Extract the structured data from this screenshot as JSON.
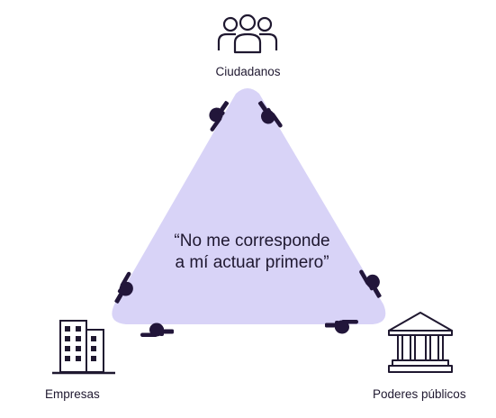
{
  "nodes": {
    "top": {
      "label": "Ciudadanos",
      "icon": "people-group-icon"
    },
    "left": {
      "label": "Empresas",
      "icon": "office-buildings-icon"
    },
    "right": {
      "label": "Poderes públicos",
      "icon": "government-building-icon"
    }
  },
  "quote": {
    "line1": "“No me corresponde",
    "line2": "a mí actuar primero”"
  },
  "colors": {
    "triangle_fill": "#d8d3f7",
    "icon_stroke": "#1f1830",
    "hand_fill": "#22163a"
  }
}
